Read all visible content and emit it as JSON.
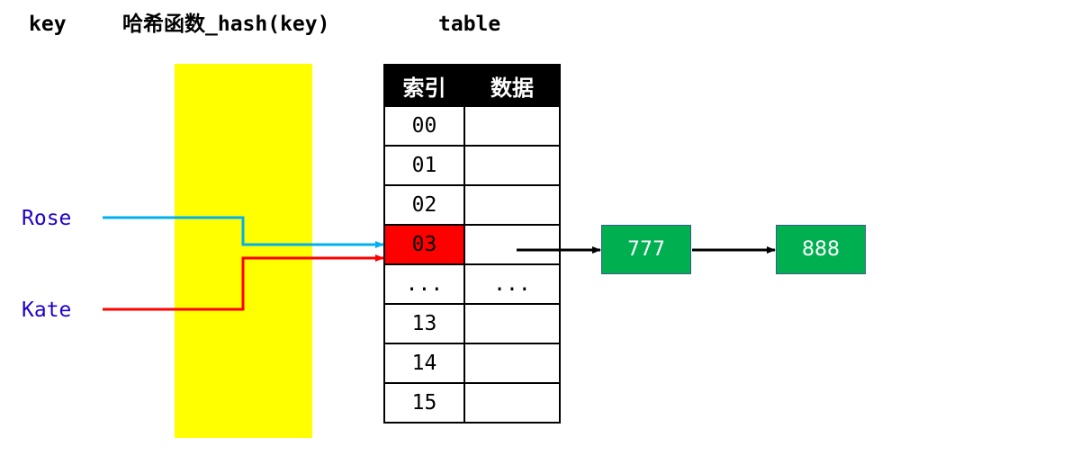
{
  "header": {
    "key_label": "key",
    "hash_label": "哈希函数_hash(key)",
    "table_label": "table"
  },
  "table": {
    "columns": [
      "索引",
      "数据"
    ],
    "rows": [
      {
        "index": "00",
        "data": ""
      },
      {
        "index": "01",
        "data": ""
      },
      {
        "index": "02",
        "data": ""
      },
      {
        "index": "03",
        "data": "",
        "highlight": true
      },
      {
        "index": "...",
        "data": "..."
      },
      {
        "index": "13",
        "data": ""
      },
      {
        "index": "14",
        "data": ""
      },
      {
        "index": "15",
        "data": ""
      }
    ]
  },
  "keys": [
    "Rose",
    "Kate"
  ],
  "chain": [
    "777",
    "888"
  ],
  "colors": {
    "hash_box": "#ffff00",
    "highlight_cell": "#ff0000",
    "node_fill": "#00b050",
    "rose_arrow": "#00b0f0",
    "kate_arrow": "#ff0000",
    "key_text": "#2200cc"
  }
}
